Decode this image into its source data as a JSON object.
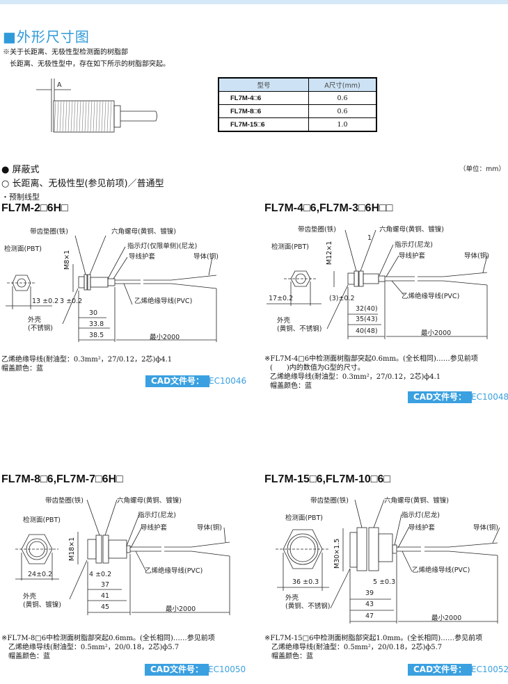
{
  "title": "■外形尺寸图",
  "intro": {
    "note1": "※关于长距离、无极性型检测面的树脂部",
    "note2": "长距离、无极性型中，存在如下所示的树脂部突起。",
    "fig_label": "A"
  },
  "a_table": {
    "headers": [
      "型号",
      "A尺寸(mm)"
    ],
    "rows": [
      {
        "model": "FL7M-4□6",
        "value": "0.6"
      },
      {
        "model": "FL7M-8□6",
        "value": "0.6"
      },
      {
        "model": "FL7M-15□6",
        "value": "1.0"
      }
    ]
  },
  "section": {
    "shield": "● 屏蔽式",
    "unit": "（单位：mm）",
    "type": "○ 长距离、无极性型(参见前项)／普通型",
    "wire": "・预制线型"
  },
  "panels": [
    {
      "heading": "FL7M-2□6H□",
      "washer": "带齿垫圈(铁)",
      "nut": "六角螺母(黄铜、镀镍)",
      "led": "指示灯(仅限单侧)(尼龙)",
      "sheath": "导线护套",
      "conductor": "导体(铜)",
      "face": "检测面(PBT)",
      "thread": "M8×1",
      "hex": "13 ±0.2",
      "gap": "3 ±0.2",
      "d1": "30",
      "d2": "33.8",
      "d3": "38.5",
      "cable": "最小2000",
      "case1": "外壳",
      "case2": "(不锈钢)",
      "pvc": "乙烯绝缘导线(PVC)",
      "notes": [
        "乙烯绝缘导线(耐油型：0.3mm²，27/0.12，2芯)ф4.1",
        "帽盖颜色：蓝"
      ],
      "cad_label": "CAD文件号：",
      "cad_code": "EC10046"
    },
    {
      "heading": "FL7M-4□6,FL7M-3□6H□□",
      "washer": "带齿垫圈(铁)",
      "nut": "六角螺母(黄铜、镀镍)",
      "led": "指示灯(尼龙)",
      "nut_w": "1",
      "sheath": "导线护套",
      "conductor": "导体(铜)",
      "face": "检测面(PBT)",
      "thread": "M12×1",
      "hex": "17±0.2",
      "gap": "(3)±0.2",
      "d1": "32(40)",
      "d2": "35(43)",
      "d3": "40(48)",
      "cable": "最小2000",
      "case1": "外壳",
      "case2": "(黄铜、不锈钢)",
      "pvc": "乙烯绝缘导线(PVC)",
      "notes": [
        "※FL7M-4□6中检测面树脂部突起0.6mm。(全长相同)……参见前项",
        "(　　)内的数值为G型的尺寸。",
        "乙烯绝缘导线(耐油型：0.3mm²，27/0.12，2芯)ф4.1",
        "帽盖颜色：蓝"
      ],
      "cad_label": "CAD文件号：",
      "cad_code": "EC10048"
    },
    {
      "heading": "FL7M-8□6,FL7M-7□6H□",
      "washer": "带齿垫圈(铁)",
      "nut": "六角螺母(黄铜、镀镍)",
      "led": "指示灯(尼龙)",
      "sheath": "导线护套",
      "conductor": "导体(铜)",
      "face": "检测面(PBT)",
      "thread": "M18×1",
      "hex": "24±0.2",
      "gap": "4 ±0.2",
      "d1": "37",
      "d2": "41",
      "d3": "45",
      "cable": "最小2000",
      "case1": "外壳",
      "case2": "(黄铜、镀镍)",
      "pvc": "乙烯绝缘导线(PVC)",
      "notes": [
        "※FL7M-8□6中检测面树脂部突起0.6mm。(全长相同)……参见前项",
        "乙烯绝缘导线(耐油型：0.5mm²，20/0.18，2芯)ф5.7",
        "帽盖颜色：蓝"
      ],
      "cad_label": "CAD文件号：",
      "cad_code": "EC10050"
    },
    {
      "heading": "FL7M-15□6,FL7M-10□6□",
      "washer": "带齿垫圈(铁)",
      "nut": "六角螺母(黄铜、镀镍)",
      "led": "指示灯(尼龙)",
      "sheath": "导线护套",
      "conductor": "导体(铜)",
      "face": "检测面(PBT)",
      "thread": "M30×1.5",
      "hex": "36 ±0.3",
      "gap": "5 ±0.3",
      "d1": "39",
      "d2": "43",
      "d3": "47",
      "cable": "最小2000",
      "case1": "外壳",
      "case2": "(黄铜、不锈钢)",
      "pvc": "乙烯绝缘导线(PVC)",
      "notes": [
        "※FL7M-15□6中检测面树脂部突起1.0mm。(全长相同)……参见前项",
        "乙烯绝缘导线(耐油型：0.5mm²，20/0.18，2芯)ф5.7",
        "帽盖颜色：蓝"
      ],
      "cad_label": "CAD文件号：",
      "cad_code": "EC10052"
    }
  ]
}
